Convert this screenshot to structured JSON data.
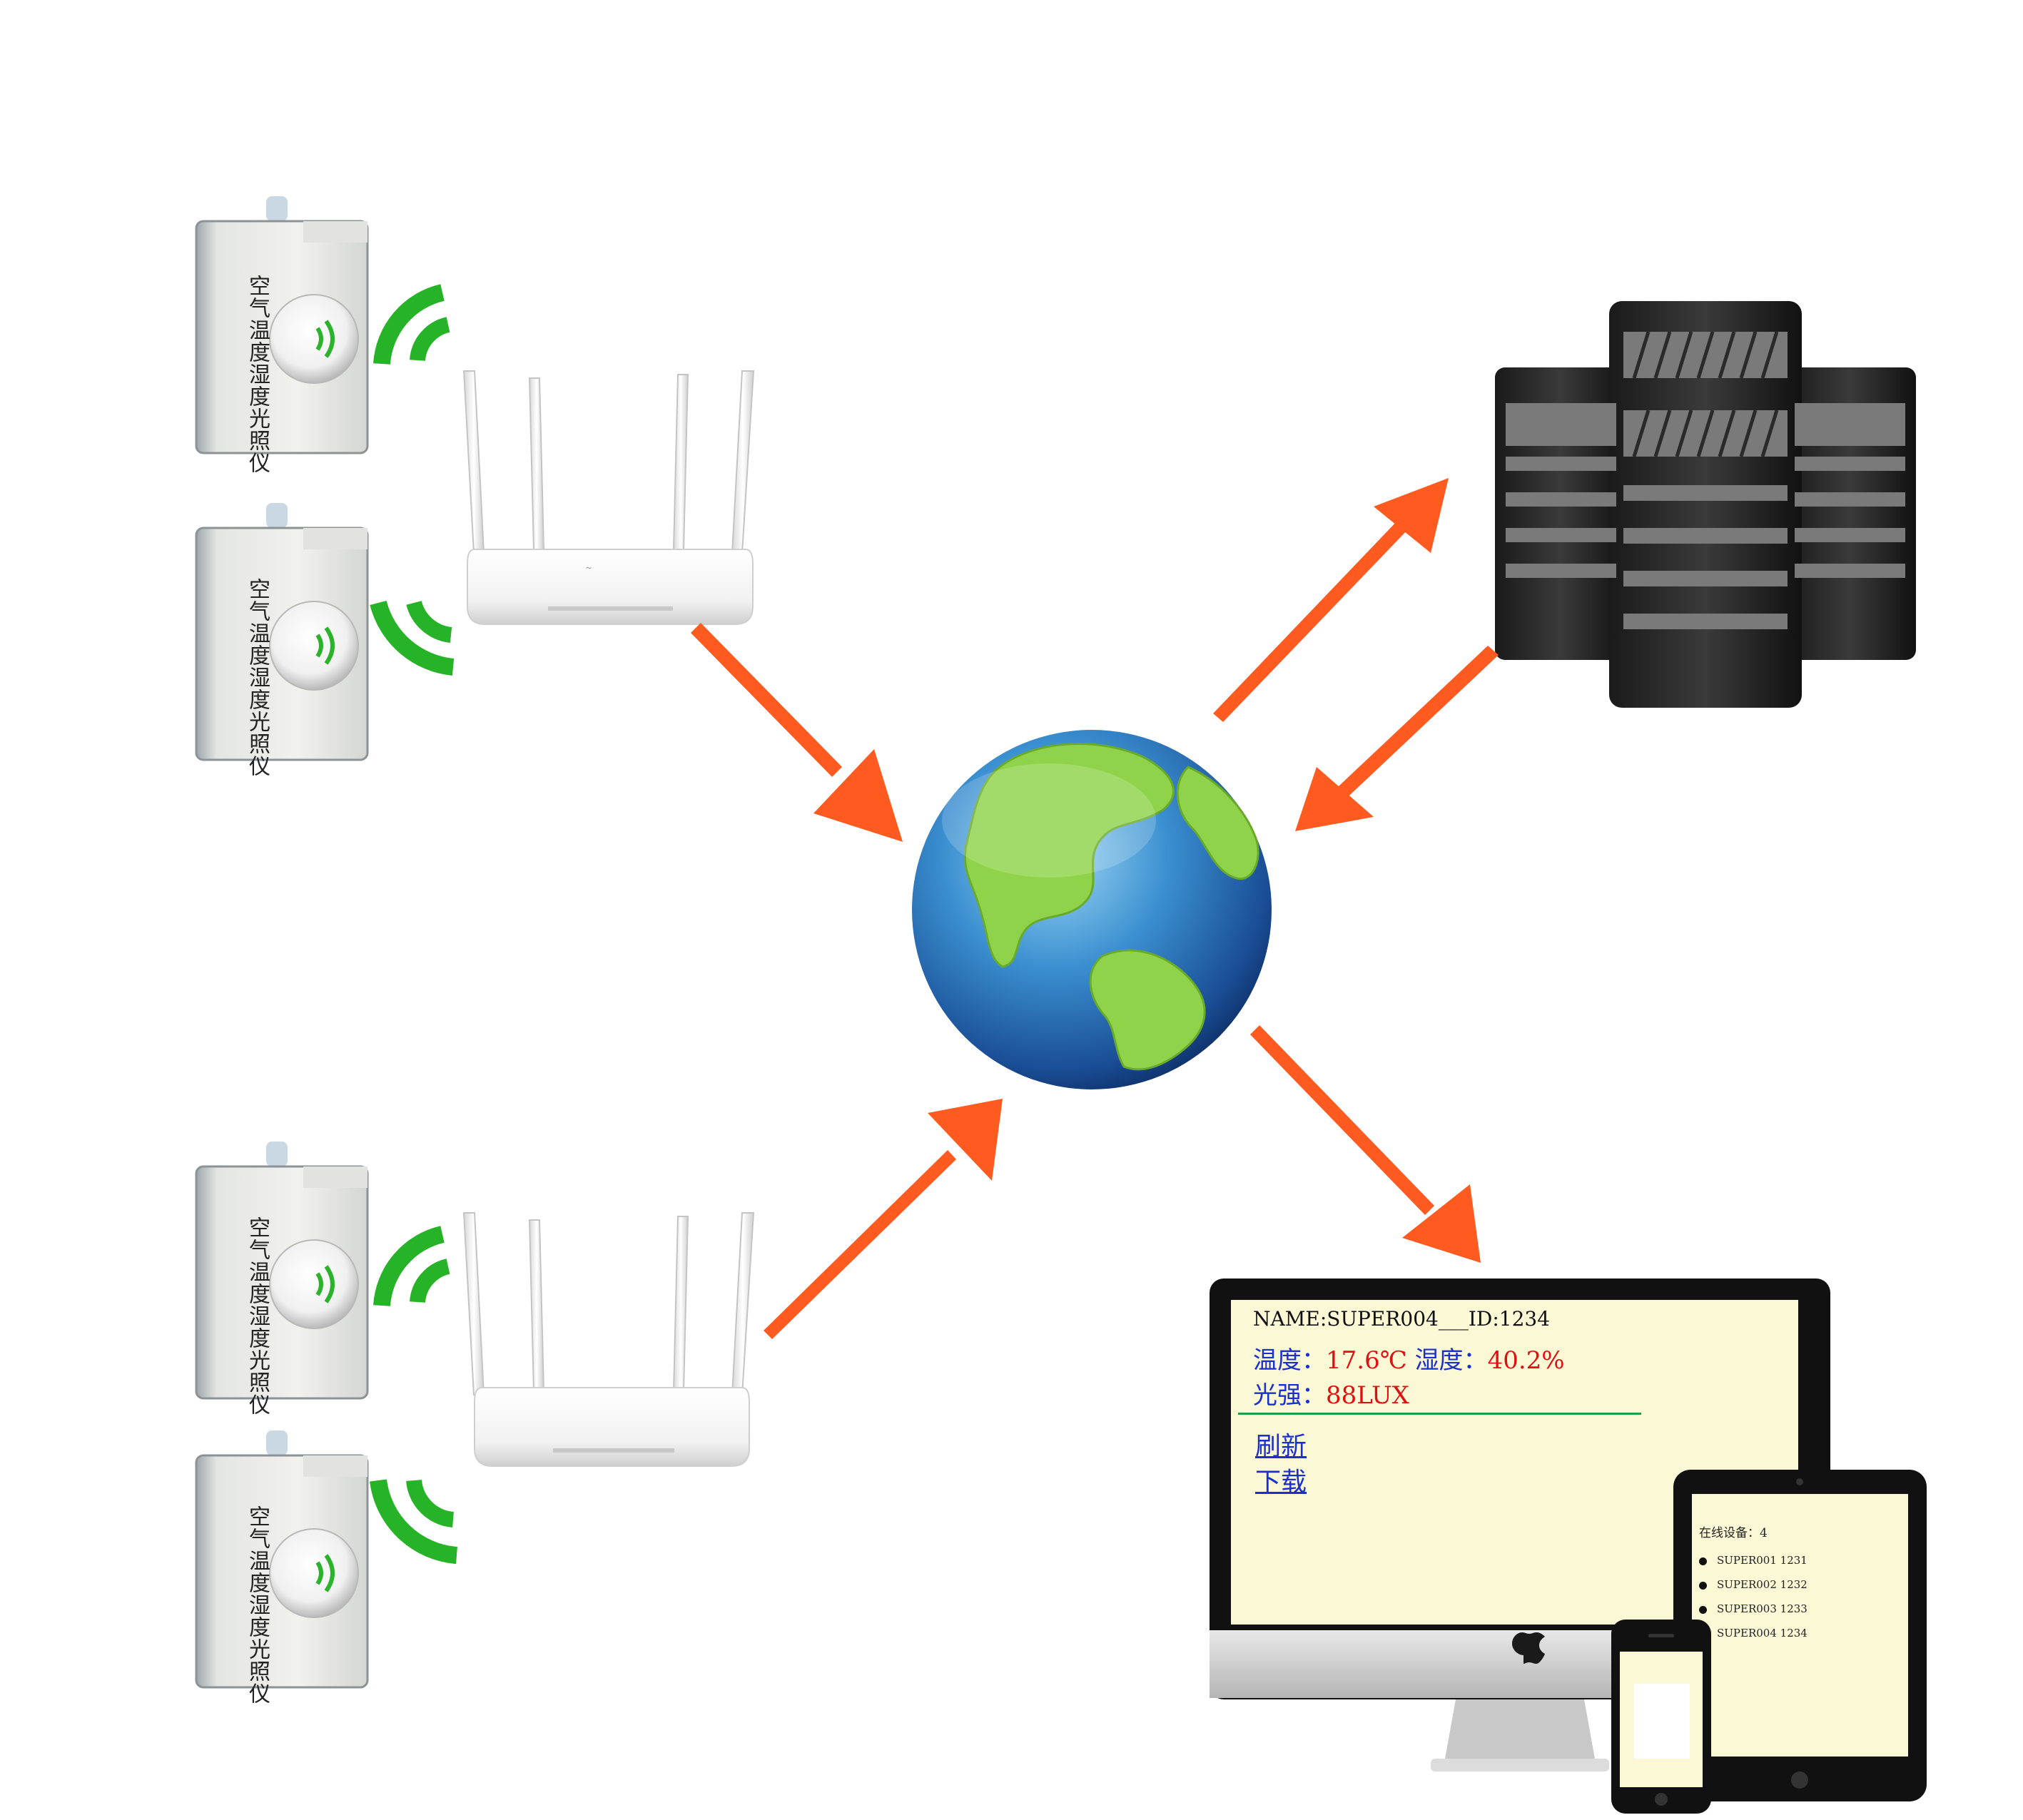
{
  "sensor_label": "空气温度湿度光照仪",
  "monitor": {
    "name_line": "NAME:SUPER004___ID:1234",
    "temp_label": "温度：",
    "temp_value": "17.6℃",
    "humidity_label": "湿度：",
    "humidity_value": "40.2%",
    "light_label": "光强：",
    "light_value": "88LUX",
    "refresh_link": "刷新",
    "download_link": "下载"
  },
  "tablet": {
    "online_text": "在线设备：4",
    "devices": [
      "SUPER001 1231",
      "SUPER002 1232",
      "SUPER003 1233",
      "SUPER004 1234"
    ]
  },
  "colors": {
    "arrow": "#ff5a1f",
    "signal": "#27b327",
    "screen_bg": "#fbf8d6",
    "divider": "#1aa14a",
    "link": "#1a2fd0",
    "value": "#e01010"
  }
}
